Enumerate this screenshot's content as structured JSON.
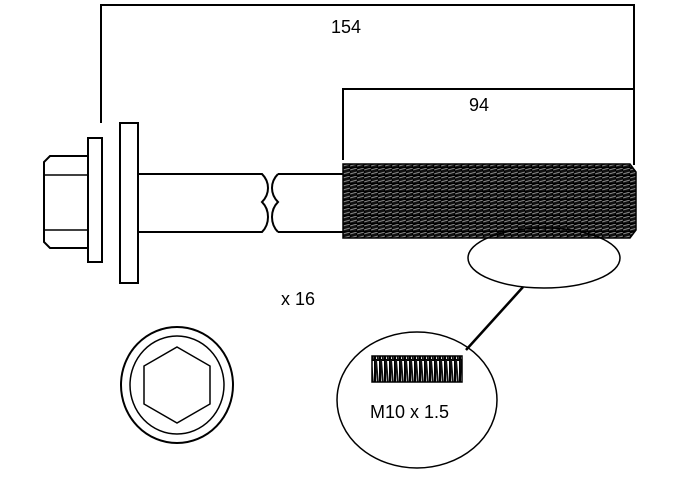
{
  "dimensions": {
    "total_length": "154",
    "thread_length": "94"
  },
  "quantity_label": "x 16",
  "thread_spec": "M10 x 1.5",
  "colors": {
    "line": "#000000",
    "background": "#ffffff"
  }
}
